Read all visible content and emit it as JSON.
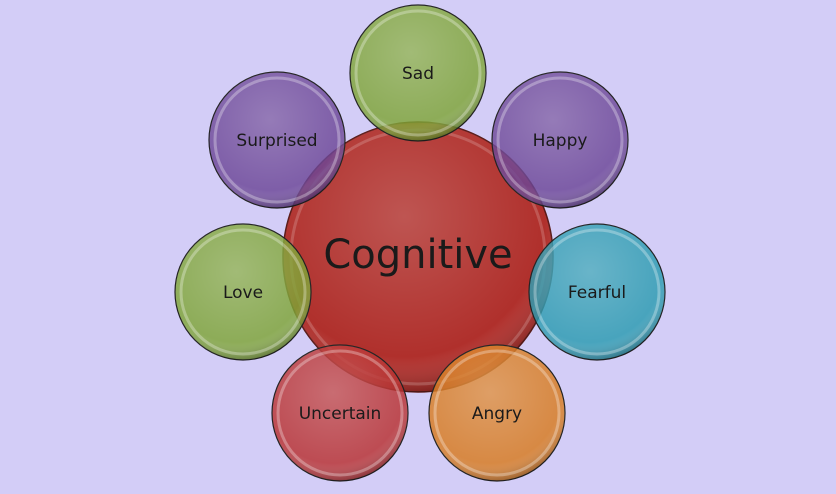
{
  "center": {
    "label": "Cognitive",
    "color": "#b0302c"
  },
  "nodes": [
    {
      "label": "Sad",
      "color": "#7ea535"
    },
    {
      "label": "Happy",
      "color": "#6b4596"
    },
    {
      "label": "Fearful",
      "color": "#2a9bb0"
    },
    {
      "label": "Angry",
      "color": "#d87a1c"
    },
    {
      "label": "Uncertain",
      "color": "#b8302e"
    },
    {
      "label": "Love",
      "color": "#7ea535"
    },
    {
      "label": "Surprised",
      "color": "#6b4596"
    }
  ],
  "background": "#d3cdf7"
}
